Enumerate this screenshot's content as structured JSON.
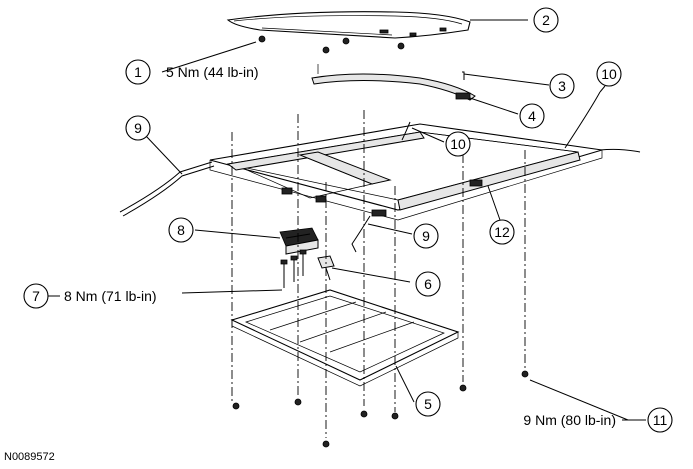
{
  "figure_id": "N0089572",
  "callouts": [
    {
      "num": "1",
      "torque": "5 Nm (44 lb-in)"
    },
    {
      "num": "2"
    },
    {
      "num": "3"
    },
    {
      "num": "4"
    },
    {
      "num": "5"
    },
    {
      "num": "6"
    },
    {
      "num": "7",
      "torque": "8 Nm (71 lb-in)"
    },
    {
      "num": "8"
    },
    {
      "num": "9"
    },
    {
      "num": "9"
    },
    {
      "num": "10"
    },
    {
      "num": "10"
    },
    {
      "num": "11",
      "torque": "9 Nm (80 lb-in)"
    },
    {
      "num": "12"
    }
  ]
}
